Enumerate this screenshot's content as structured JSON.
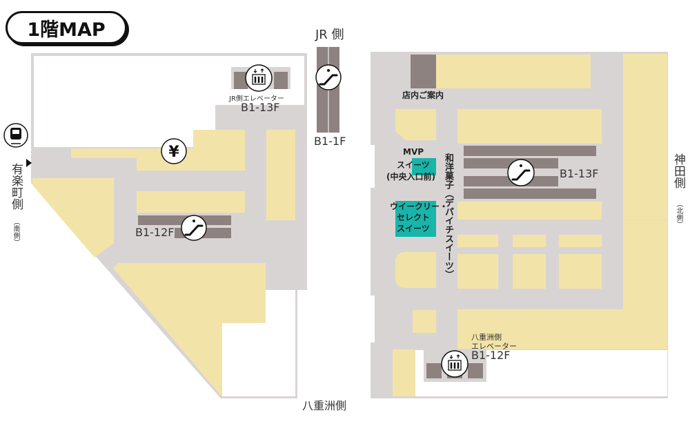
{
  "title": "1階MAP",
  "directions": {
    "jr": "JR 側",
    "yurakucho": "有楽町側",
    "yurakucho_sub": "（南側）",
    "kanda": "神田側",
    "kanda_sub": "（北側）",
    "yaesu": "八重洲側"
  },
  "facilities": {
    "jr_elevator_name": "JR側エレベーター",
    "jr_elevator_floors": "B1-13F",
    "jr_escalator_floors": "B1-1F",
    "left_escalator_floors": "B1-12F",
    "center_escalator_floors": "B1-13F",
    "yaesu_elevator_name_1": "八重洲側",
    "yaesu_elevator_name_2": "エレベーター",
    "yaesu_elevator_floors": "B1-12F",
    "information": "店内ご案内"
  },
  "shops": {
    "mvp_1": "MVP",
    "mvp_2": "スイーツ",
    "mvp_3": "(中央入口前)",
    "weekly_1": "ウイークリー・",
    "weekly_2": "セレクト",
    "weekly_3": "スイーツ",
    "wayo": "和洋菓子（デパイチスイーツ）"
  },
  "colors": {
    "corridor": "#d9d4d4",
    "shop": "#f2e4a8",
    "facility": "#8e8280",
    "highlight": "#17b5aa"
  }
}
